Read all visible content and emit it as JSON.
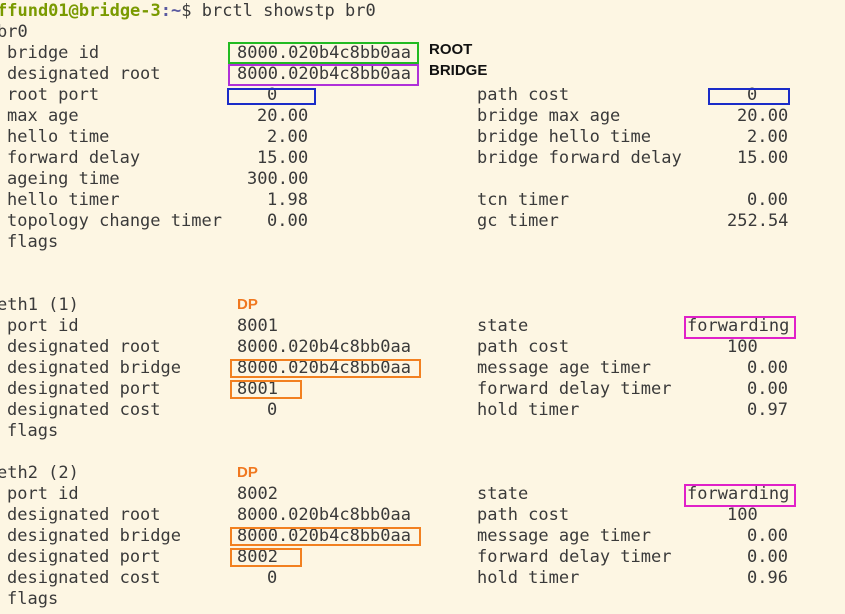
{
  "prompt": {
    "user_host": "ffund01@bridge-3",
    "path": ":~",
    "symbol": "$",
    "command": " brctl showstp br0"
  },
  "bridge": {
    "name": "br0",
    "rows": [
      {
        "label": "bridge id",
        "value": "8000.020b4c8bb0aa"
      },
      {
        "label": "designated root",
        "value": "8000.020b4c8bb0aa"
      },
      {
        "label": "root port",
        "value": "0",
        "label2": "path cost",
        "value2": "0"
      },
      {
        "label": "max age",
        "value": "20.00",
        "label2": "bridge max age",
        "value2": "20.00"
      },
      {
        "label": "hello time",
        "value": "2.00",
        "label2": "bridge hello time",
        "value2": "2.00"
      },
      {
        "label": "forward delay",
        "value": "15.00",
        "label2": "bridge forward delay",
        "value2": "15.00"
      },
      {
        "label": "ageing time",
        "value": "300.00"
      },
      {
        "label": "hello timer",
        "value": "1.98",
        "label2": "tcn timer",
        "value2": "0.00"
      },
      {
        "label": "topology change timer",
        "value": "0.00",
        "label2": "gc timer",
        "value2": "252.54"
      },
      {
        "label": "flags"
      }
    ]
  },
  "annotations": {
    "root_line1": "ROOT",
    "root_line2": "BRIDGE",
    "dp": "DP"
  },
  "ports": [
    {
      "name": "eth1 (1)",
      "rows": [
        {
          "label": "port id",
          "value": "8001",
          "label2": "state",
          "value2": "forwarding"
        },
        {
          "label": "designated root",
          "value": "8000.020b4c8bb0aa",
          "label2": "path cost",
          "value2": "100"
        },
        {
          "label": "designated bridge",
          "value": "8000.020b4c8bb0aa",
          "label2": "message age timer",
          "value2": "0.00"
        },
        {
          "label": "designated port",
          "value": "8001",
          "label2": "forward delay timer",
          "value2": "0.00"
        },
        {
          "label": "designated cost",
          "value": "0",
          "label2": "hold timer",
          "value2": "0.97"
        },
        {
          "label": "flags"
        }
      ]
    },
    {
      "name": "eth2 (2)",
      "rows": [
        {
          "label": "port id",
          "value": "8002",
          "label2": "state",
          "value2": "forwarding"
        },
        {
          "label": "designated root",
          "value": "8000.020b4c8bb0aa",
          "label2": "path cost",
          "value2": "100"
        },
        {
          "label": "designated bridge",
          "value": "8000.020b4c8bb0aa",
          "label2": "message age timer",
          "value2": "0.00"
        },
        {
          "label": "designated port",
          "value": "8002",
          "label2": "forward delay timer",
          "value2": "0.00"
        },
        {
          "label": "designated cost",
          "value": "0",
          "label2": "hold timer",
          "value2": "0.96"
        },
        {
          "label": "flags"
        }
      ]
    }
  ]
}
